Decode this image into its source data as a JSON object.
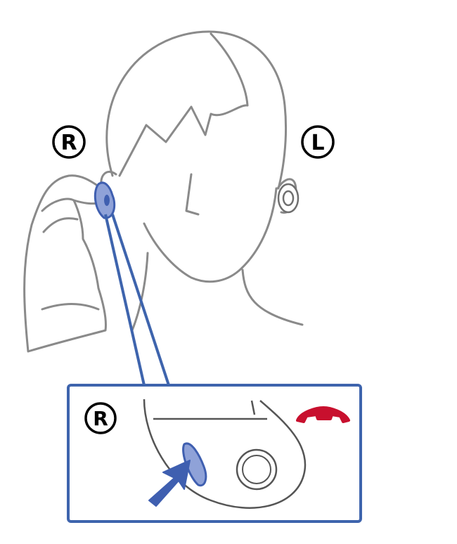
{
  "labels": {
    "right_ear": "R",
    "left_ear": "L",
    "detail_right": "R"
  },
  "icons": {
    "hang_up": "hang-up-phone-icon",
    "press_arrow": "press-arrow-icon",
    "touch_sensor": "touch-sensor-icon"
  },
  "colors": {
    "line": "#8a8a8a",
    "accent_blue": "#3f5fb0",
    "accent_blue_light": "#8fa2d8",
    "hangup_red": "#c8102e",
    "frame_blue": "#3e64ad"
  }
}
